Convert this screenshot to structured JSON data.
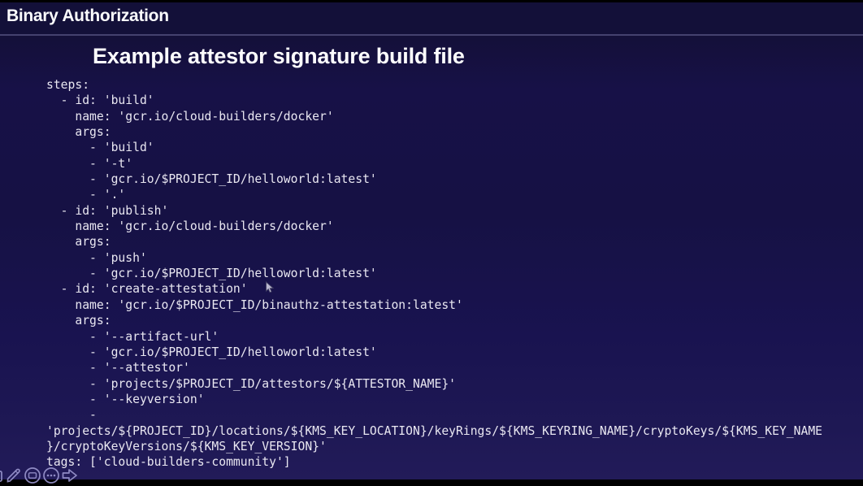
{
  "header": {
    "title": "Binary Authorization"
  },
  "slide": {
    "title": "Example attestor signature build file",
    "code_lines": [
      "steps:",
      "  - id: 'build'",
      "    name: 'gcr.io/cloud-builders/docker'",
      "    args:",
      "      - 'build'",
      "      - '-t'",
      "      - 'gcr.io/$PROJECT_ID/helloworld:latest'",
      "      - '.'",
      "  - id: 'publish'",
      "    name: 'gcr.io/cloud-builders/docker'",
      "    args:",
      "      - 'push'",
      "      - 'gcr.io/$PROJECT_ID/helloworld:latest'",
      "  - id: 'create-attestation'",
      "    name: 'gcr.io/$PROJECT_ID/binauthz-attestation:latest'",
      "    args:",
      "      - '--artifact-url'",
      "      - 'gcr.io/$PROJECT_ID/helloworld:latest'",
      "      - '--attestor'",
      "      - 'projects/$PROJECT_ID/attestors/${ATTESTOR_NAME}'",
      "      - '--keyversion'",
      "      -",
      "'projects/${PROJECT_ID}/locations/${KMS_KEY_LOCATION}/keyRings/${KMS_KEYRING_NAME}/cryptoKeys/${KMS_KEY_NAME",
      "}/cryptoKeyVersions/${KMS_KEY_VERSION}'",
      "tags: ['cloud-builders-community']"
    ]
  },
  "presenter_controls": {
    "icons": [
      "partial-square-icon",
      "pencil-icon",
      "captions-icon",
      "more-options-icon",
      "next-slide-arrow-icon"
    ]
  },
  "colors": {
    "letterbox": "#000000",
    "header_background": "#131039",
    "separator": "#45426f",
    "body_background_top": "#141039",
    "body_background_bottom": "#221b59",
    "text": "#e9e7f1",
    "control_icon": "#9b97cf"
  }
}
